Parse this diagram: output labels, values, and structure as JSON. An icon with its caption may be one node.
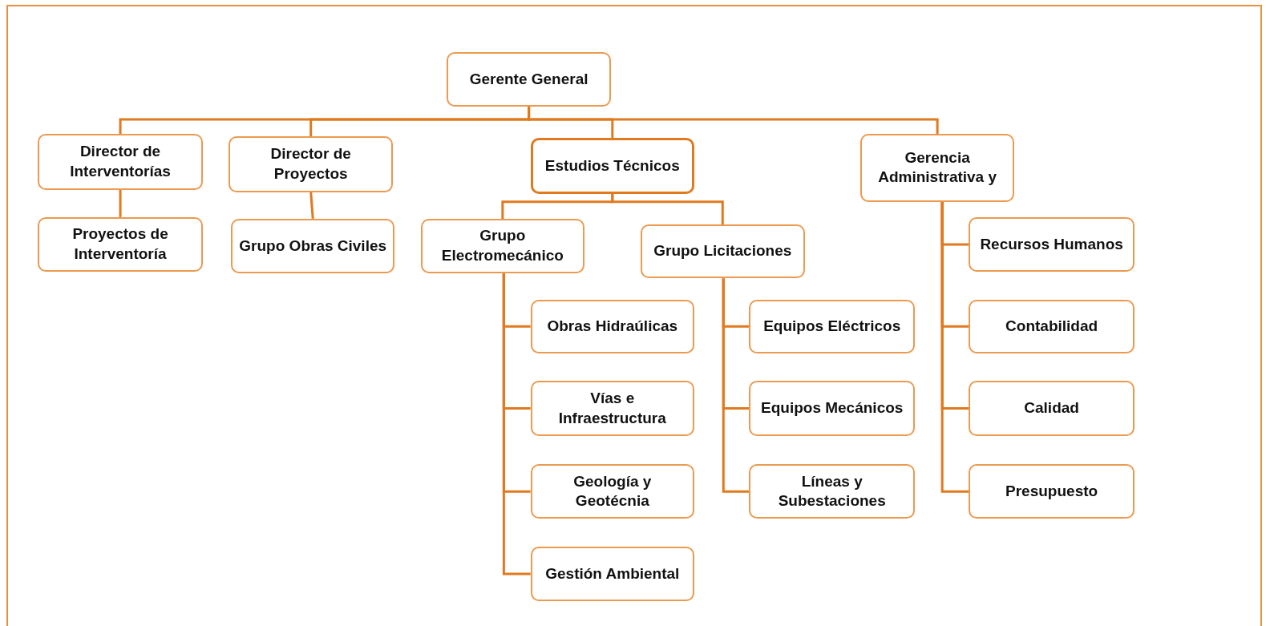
{
  "diagram": {
    "nodes": [
      {
        "text": [
          "Gerente General"
        ]
      },
      {
        "text": [
          "Director de Interventorías"
        ]
      },
      {
        "text": [
          "Director de Proyectos"
        ]
      },
      {
        "text": [
          "Estudios Técnicos"
        ]
      },
      {
        "text": [
          "Gerencia Administrativa y"
        ]
      },
      {
        "text": [
          "Proyectos de Interventoría"
        ]
      },
      {
        "text": [
          "Grupo Obras Civiles"
        ]
      },
      {
        "text": [
          "Grupo Electromecánico"
        ]
      },
      {
        "text": [
          "Grupo Licitaciones"
        ]
      },
      {
        "text": [
          "Recursos Humanos"
        ]
      },
      {
        "text": [
          "Obras Hidraúlicas"
        ]
      },
      {
        "text": [
          "Equipos Eléctricos"
        ]
      },
      {
        "text": [
          "Contabilidad"
        ]
      },
      {
        "text": [
          "Vías e Infraestructura"
        ]
      },
      {
        "text": [
          "Equipos Mecánicos"
        ]
      },
      {
        "text": [
          "Calidad"
        ]
      },
      {
        "text": [
          "Geología y Geotécnia"
        ]
      },
      {
        "text": [
          "Líneas y Subestaciones"
        ]
      },
      {
        "text": [
          "Presupuesto"
        ]
      },
      {
        "text": [
          "Gestión Ambiental"
        ]
      }
    ],
    "edges": [
      {
        "from": 0,
        "to": 1,
        "arrow": "none"
      },
      {
        "from": 0,
        "to": 2,
        "arrow": "none"
      },
      {
        "from": 0,
        "to": 3,
        "arrow": "none"
      },
      {
        "from": 0,
        "to": 4,
        "arrow": "none"
      },
      {
        "from": 1,
        "to": 5,
        "arrow": "none"
      },
      {
        "from": 2,
        "to": 6,
        "arrow": "none"
      },
      {
        "from": 3,
        "to": 7,
        "arrow": "none"
      },
      {
        "from": 3,
        "to": 8,
        "arrow": "none"
      },
      {
        "from": 7,
        "to": 10,
        "arrow": "none"
      },
      {
        "from": 7,
        "to": 13,
        "arrow": "none"
      },
      {
        "from": 7,
        "to": 16,
        "arrow": "none"
      },
      {
        "from": 7,
        "to": 19,
        "arrow": "none"
      },
      {
        "from": 8,
        "to": 11,
        "arrow": "none"
      },
      {
        "from": 8,
        "to": 14,
        "arrow": "none"
      },
      {
        "from": 8,
        "to": 17,
        "arrow": "none"
      },
      {
        "from": 4,
        "to": 9,
        "arrow": "none"
      },
      {
        "from": 4,
        "to": 12,
        "arrow": "none"
      },
      {
        "from": 4,
        "to": 15,
        "arrow": "none"
      },
      {
        "from": 4,
        "to": 18,
        "arrow": "none"
      }
    ]
  }
}
